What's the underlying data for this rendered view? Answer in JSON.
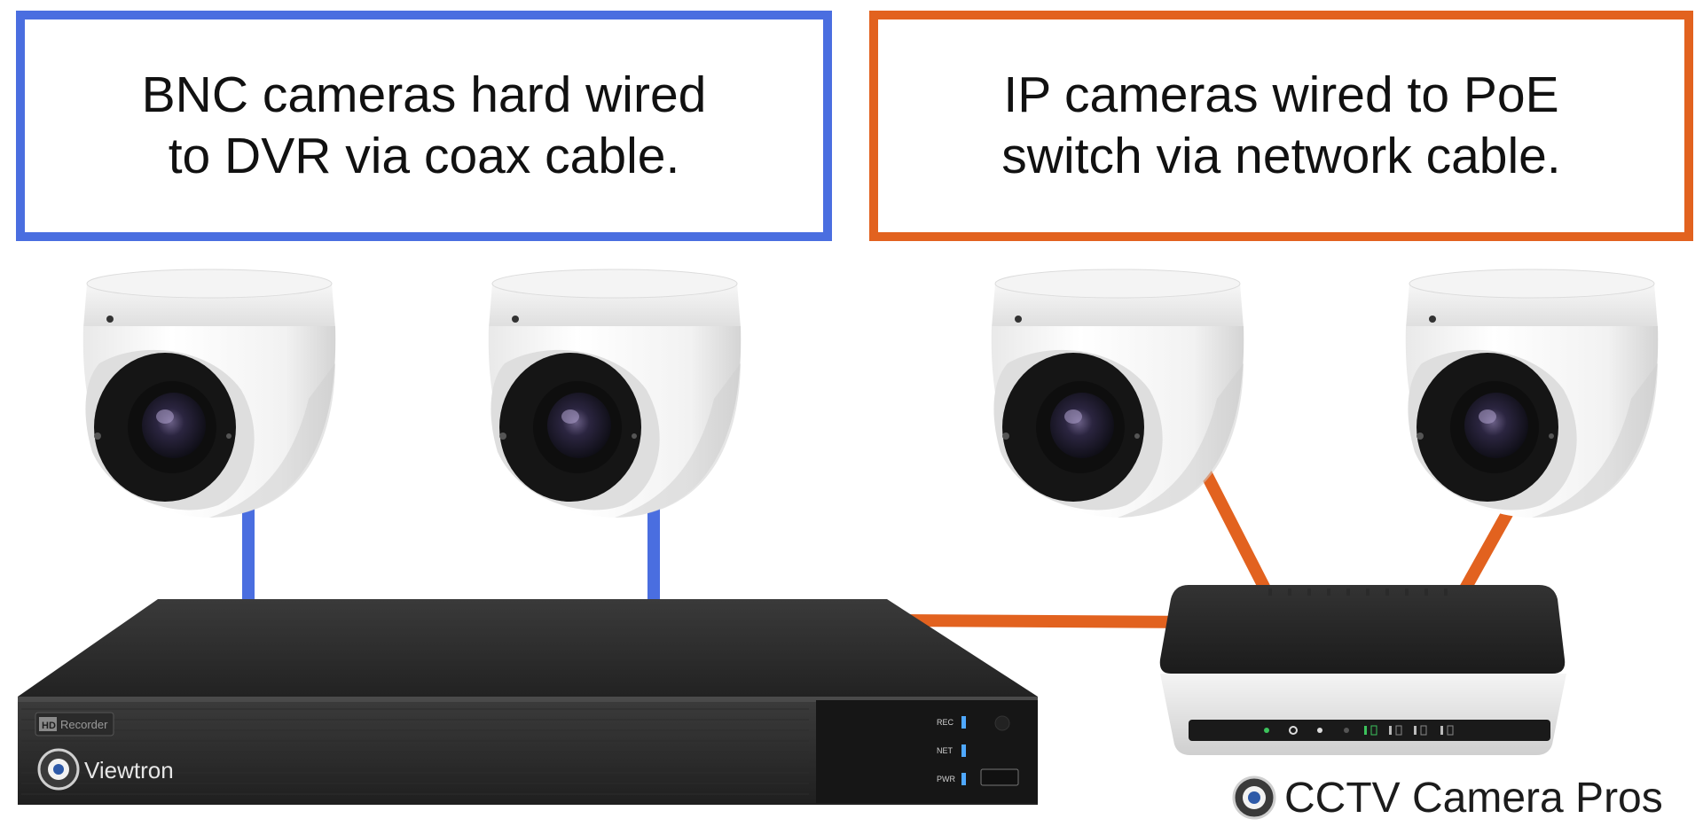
{
  "captions": {
    "bnc": "BNC cameras hard wired\nto DVR via coax cable.",
    "ip": "IP cameras wired to PoE\nswitch via network cable."
  },
  "dvr": {
    "badge_hd": "HD",
    "badge_text": "Recorder",
    "brand": "Viewtron",
    "led_rec": "REC",
    "led_net": "NET",
    "led_pwr": "PWR"
  },
  "footer_brand": "CCTV Camera Pros",
  "colors": {
    "bnc_cable": "#4a6ee0",
    "network_cable": "#e2621f",
    "dvr_body": "#2b2b2b",
    "switch_body": "#262626"
  },
  "icons": {
    "camera": "dome-camera-icon",
    "dvr": "dvr-recorder-icon",
    "switch": "poe-switch-icon",
    "logo": "cctv-logo-icon"
  }
}
